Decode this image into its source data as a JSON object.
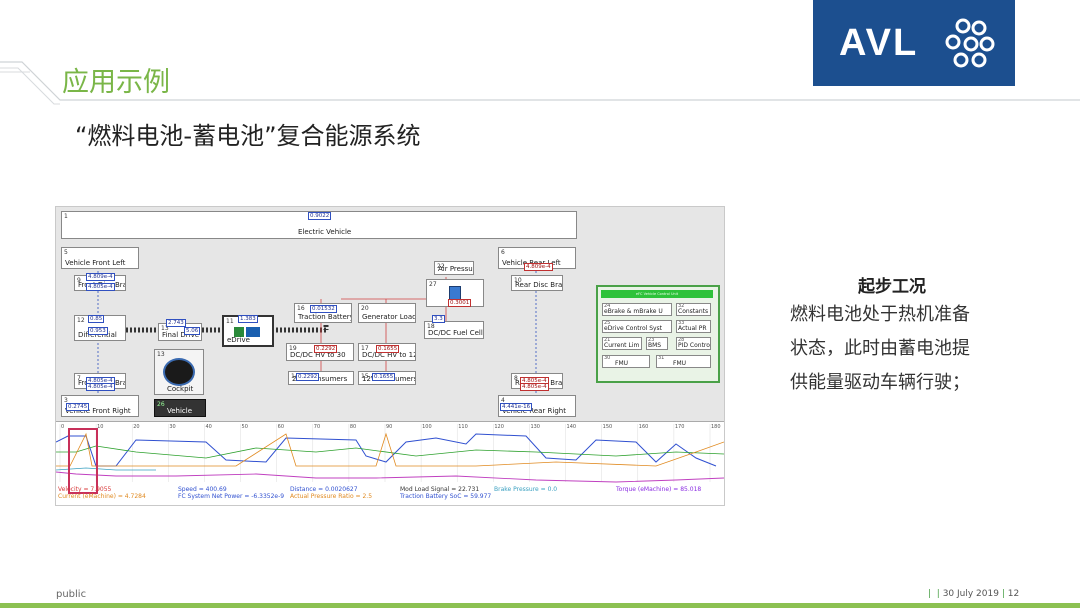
{
  "slide": {
    "section_title": "应用示例",
    "subtitle": "“燃料电池-蓄电池”复合能源系统",
    "logo_text": "AVL",
    "side_heading": "起步工况",
    "side_lines": [
      "燃料电池处于热机准备",
      "状态，此时由蓄电池提",
      "供能量驱动车辆行驶；"
    ],
    "footer_left": "public",
    "footer_date": "30 July 2019",
    "footer_page": "12"
  },
  "colors": {
    "title_green": "#7ab648",
    "logo_blue": "#1c4f8f",
    "bar_green": "#8cc152",
    "panel_green": "#4aa148"
  },
  "screenshot": {
    "top_block": {
      "num": "1",
      "label": "Electric Vehicle",
      "tag": "0.9022"
    },
    "blocks": [
      {
        "key": "b5",
        "num": "5",
        "label": "Vehicle Front Left"
      },
      {
        "key": "b6",
        "num": "6",
        "label": "Vehicle Rear Left"
      },
      {
        "key": "b9",
        "num": "9",
        "label": "Front Disc Brake"
      },
      {
        "key": "b12",
        "num": "12",
        "label": "Differential"
      },
      {
        "key": "b13",
        "num": "13",
        "label": "Final Drive"
      },
      {
        "key": "b11",
        "num": "11",
        "label": "eDrive"
      },
      {
        "key": "b10",
        "num": "10",
        "label": "Rear Disc Brake"
      },
      {
        "key": "b16",
        "num": "16",
        "label": "Traction Battery"
      },
      {
        "key": "b20",
        "num": "20",
        "label": "Generator Load"
      },
      {
        "key": "b22",
        "num": "22",
        "label": "Air Pressure"
      },
      {
        "key": "b27",
        "num": "27",
        "label": ""
      },
      {
        "key": "b18",
        "num": "18",
        "label": "DC/DC Fuel Cell"
      },
      {
        "key": "b19",
        "num": "19",
        "label": "DC/DC HV to 30"
      },
      {
        "key": "b17",
        "num": "17",
        "label": "DC/DC HV to 12"
      },
      {
        "key": "b14",
        "num": "14",
        "label": "24V Consumers"
      },
      {
        "key": "b15",
        "num": "15",
        "label": "12V Consumers"
      },
      {
        "key": "b7",
        "num": "7",
        "label": "Front Disc Brake"
      },
      {
        "key": "b8",
        "num": "8",
        "label": "Rear Disc Brake"
      },
      {
        "key": "b3",
        "num": "3",
        "label": "Vehicle Front Right"
      },
      {
        "key": "b4",
        "num": "4",
        "label": "Vehicle Rear Right"
      }
    ],
    "cockpit": {
      "num": "13",
      "label": "Cockpit"
    },
    "vehicle": {
      "num": "26",
      "label": "Vehicle"
    },
    "control_panel": {
      "header": "eFC Vehicle Control Unit",
      "items": [
        {
          "num": "24",
          "label": "eBrake & mBrake U"
        },
        {
          "num": "32",
          "label": "Constants"
        },
        {
          "num": "25",
          "label": "eDrive Control Syst"
        },
        {
          "num": "33",
          "label": "Actual PR"
        },
        {
          "num": "21",
          "label": "Current Lim"
        },
        {
          "num": "23",
          "label": "BMS"
        },
        {
          "num": "28",
          "label": "PID Contro"
        },
        {
          "num": "30",
          "label": "FMU"
        },
        {
          "num": "31",
          "label": "FMU"
        }
      ]
    },
    "tags": [
      "4.809e-4",
      "4.805e-4",
      "4.809e-4",
      "0.85",
      "0.953",
      "2.743",
      "5.06",
      "1.383",
      "0.01532",
      "0.3001",
      "3.3",
      "0.2292",
      "0.1655",
      "4.805e-4",
      "4.805e-4",
      "0.2292",
      "0.1655",
      "4.805e-4",
      "4.805e-4",
      "4.441e-16",
      "0.2745"
    ],
    "x_ticks": [
      "0",
      "10",
      "20",
      "30",
      "40",
      "50",
      "60",
      "70",
      "80",
      "90",
      "100",
      "110",
      "120",
      "130",
      "140",
      "150",
      "160",
      "170",
      "180"
    ],
    "legend": [
      {
        "text": "Velocity = 7.9055",
        "color": "#d83a3a"
      },
      {
        "text": "Speed = 400.69",
        "color": "#3050d0"
      },
      {
        "text": "Distance = 0.0020627",
        "color": "#3050d0"
      },
      {
        "text": "Mod Load Signal = 22.731",
        "color": "#333333"
      },
      {
        "text": "Brake Pressure = 0.0",
        "color": "#3aa0c0"
      },
      {
        "text": "Torque (eMachine) = 85.018",
        "color": "#8a2be2"
      },
      {
        "text": "Current (eMachine) = 4.7284",
        "color": "#e08a20"
      },
      {
        "text": "FC System Net Power = -6.3352e-9",
        "color": "#3050d0"
      },
      {
        "text": "Actual Pressure Ratio = 2.5",
        "color": "#e08a20"
      },
      {
        "text": "Traction Battery SoC = 59.977",
        "color": "#3050d0"
      }
    ]
  }
}
